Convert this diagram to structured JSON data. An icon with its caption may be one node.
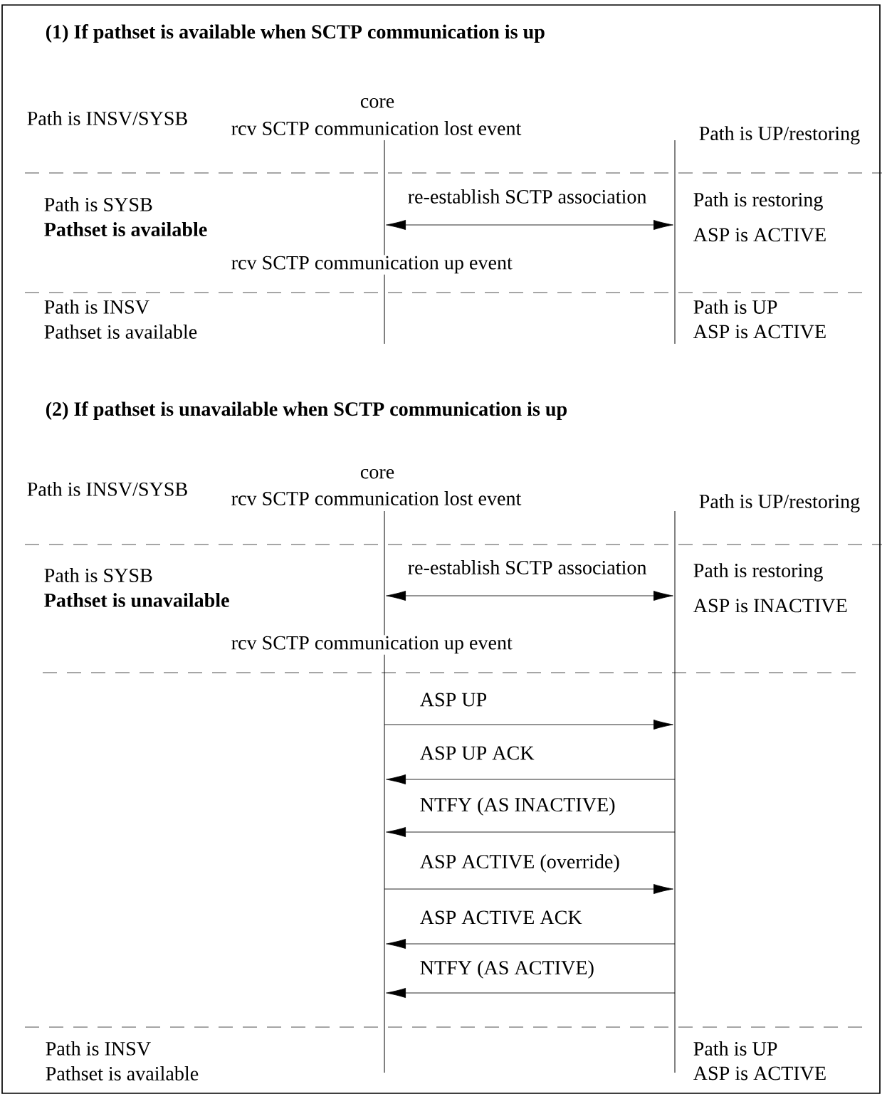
{
  "diagram": {
    "nodes": [
      {
        "text": [
          "core"
        ]
      },
      {
        "text": [],
        "shape": "bar"
      },
      {
        "text": [
          "core"
        ]
      },
      {
        "text": [],
        "shape": "bar"
      }
    ],
    "edges": [
      {
        "from": 0,
        "to": 1,
        "arrow": "both",
        "label": "re-establish SCTP association"
      },
      {
        "from": 2,
        "to": 3,
        "arrow": "both",
        "label": "re-establish SCTP association"
      },
      {
        "from": 2,
        "to": 3,
        "arrow": "to",
        "label": "ASP UP"
      },
      {
        "from": 3,
        "to": 2,
        "arrow": "to",
        "label": "ASP UP ACK"
      },
      {
        "from": 3,
        "to": 2,
        "arrow": "to",
        "label": "NTFY (AS INACTIVE)"
      },
      {
        "from": 2,
        "to": 3,
        "arrow": "to",
        "label": "ASP ACTIVE (override)"
      },
      {
        "from": 3,
        "to": 2,
        "arrow": "to",
        "label": "ASP ACTIVE ACK"
      },
      {
        "from": 3,
        "to": 2,
        "arrow": "to",
        "label": "NTFY (AS ACTIVE)"
      }
    ],
    "labels": [
      "(1) If pathset is available when SCTP communication is up",
      "Path is INSV/SYSB",
      "rcv SCTP communication lost event",
      "Path is UP/restoring",
      "Path is SYSB",
      "Pathset is available",
      "Path is restoring",
      "ASP is ACTIVE",
      "rcv SCTP communication up event",
      "Path is INSV",
      "Pathset is available",
      "Path is UP",
      "ASP is ACTIVE",
      "(2) If pathset is unavailable when SCTP communication is up",
      "Path is INSV/SYSB",
      "rcv SCTP communication lost event",
      "Path is UP/restoring",
      "Path is SYSB",
      "Pathset is unavailable",
      "Path is restoring",
      "ASP is INACTIVE",
      "rcv SCTP communication up event",
      "Path is INSV",
      "Pathset is available",
      "Path is UP",
      "ASP is ACTIVE"
    ]
  }
}
